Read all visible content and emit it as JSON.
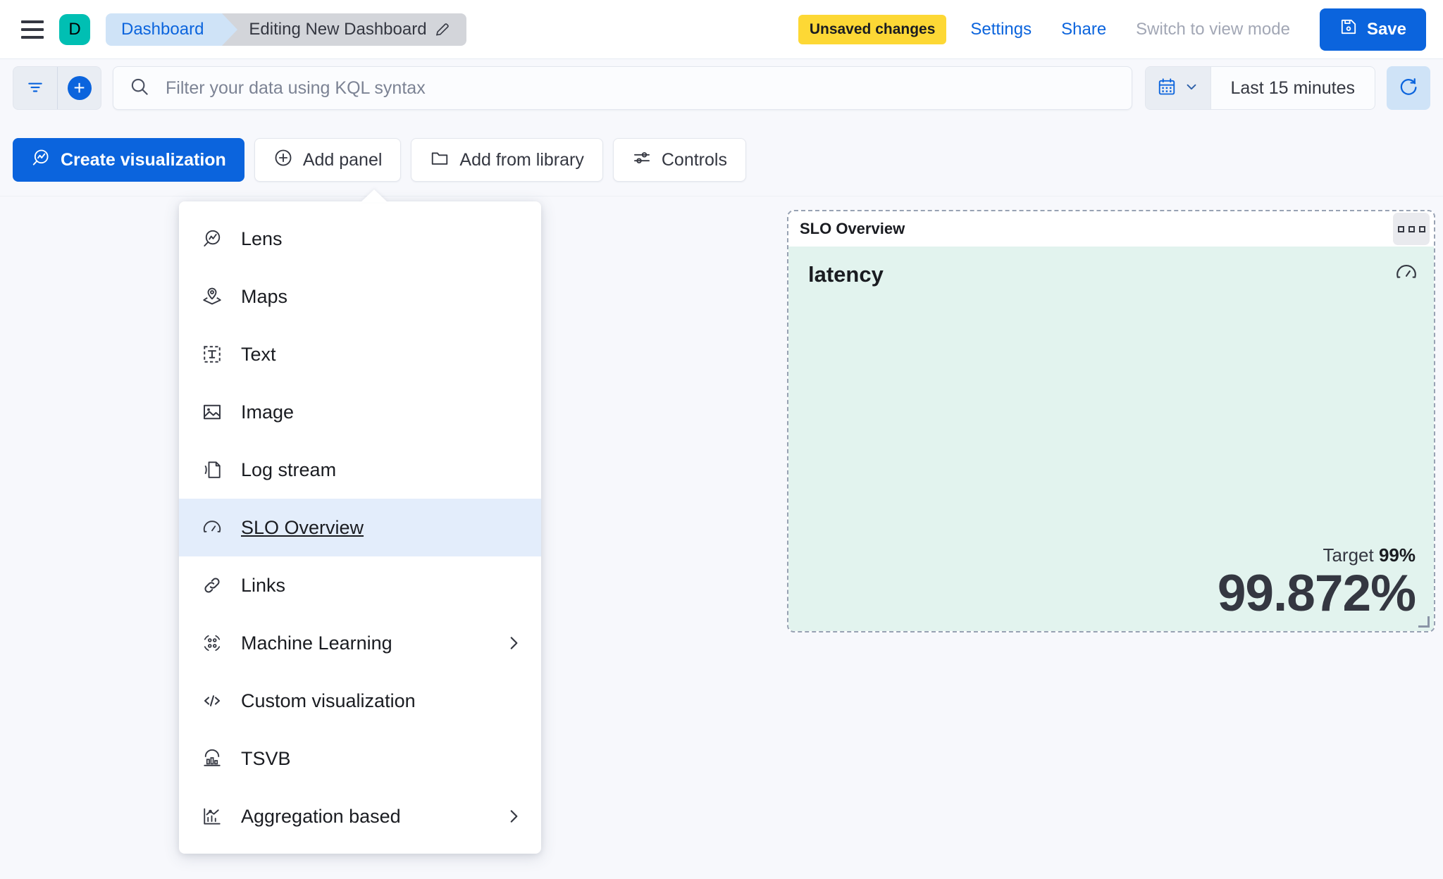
{
  "header": {
    "menu_icon": "hamburger-icon",
    "space_avatar": "D",
    "breadcrumb": {
      "parent": "Dashboard",
      "current": "Editing New Dashboard",
      "edit_icon": "pencil-icon"
    },
    "unsaved_badge": "Unsaved changes",
    "settings_link": "Settings",
    "share_link": "Share",
    "view_mode_link": "Switch to view mode",
    "save_button": "Save",
    "save_icon": "save-disk-icon"
  },
  "querybar": {
    "filter_icon": "filter-icon",
    "add_filter_icon": "plus-circle-icon",
    "search_icon": "search-icon",
    "search_placeholder": "Filter your data using KQL syntax",
    "search_value": "",
    "calendar_icon": "calendar-icon",
    "chevron_icon": "chevron-down-icon",
    "time_range": "Last 15 minutes",
    "refresh_icon": "refresh-icon"
  },
  "toolbar": {
    "create_visualization": "Create visualization",
    "add_panel": "Add panel",
    "add_from_library": "Add from library",
    "controls": "Controls"
  },
  "add_panel_menu": {
    "items": [
      {
        "label": "Lens",
        "icon": "lens-icon",
        "has_submenu": false,
        "active": false
      },
      {
        "label": "Maps",
        "icon": "maps-icon",
        "has_submenu": false,
        "active": false
      },
      {
        "label": "Text",
        "icon": "text-icon",
        "has_submenu": false,
        "active": false
      },
      {
        "label": "Image",
        "icon": "image-icon",
        "has_submenu": false,
        "active": false
      },
      {
        "label": "Log stream",
        "icon": "log-stream-icon",
        "has_submenu": false,
        "active": false
      },
      {
        "label": "SLO Overview",
        "icon": "gauge-icon",
        "has_submenu": false,
        "active": true
      },
      {
        "label": "Links",
        "icon": "link-icon",
        "has_submenu": false,
        "active": false
      },
      {
        "label": "Machine Learning",
        "icon": "ml-icon",
        "has_submenu": true,
        "active": false
      },
      {
        "label": "Custom visualization",
        "icon": "code-icon",
        "has_submenu": false,
        "active": false
      },
      {
        "label": "TSVB",
        "icon": "tsvb-icon",
        "has_submenu": false,
        "active": false
      },
      {
        "label": "Aggregation based",
        "icon": "aggregation-icon",
        "has_submenu": true,
        "active": false
      }
    ]
  },
  "panel": {
    "title": "SLO Overview",
    "context_menu_icon": "panel-context-menu-icon",
    "slo_name": "latency",
    "slo_icon": "gauge-icon",
    "target_label": "Target",
    "target_value": "99%",
    "current_value": "99.872%"
  },
  "colors": {
    "accent_blue": "#0B64DD",
    "warning_yellow": "#FDD835",
    "space_teal": "#00BFB3",
    "panel_mint": "#E2F3EE",
    "menu_active": "#E3EDFB",
    "page_bg": "#F7F8FC"
  }
}
